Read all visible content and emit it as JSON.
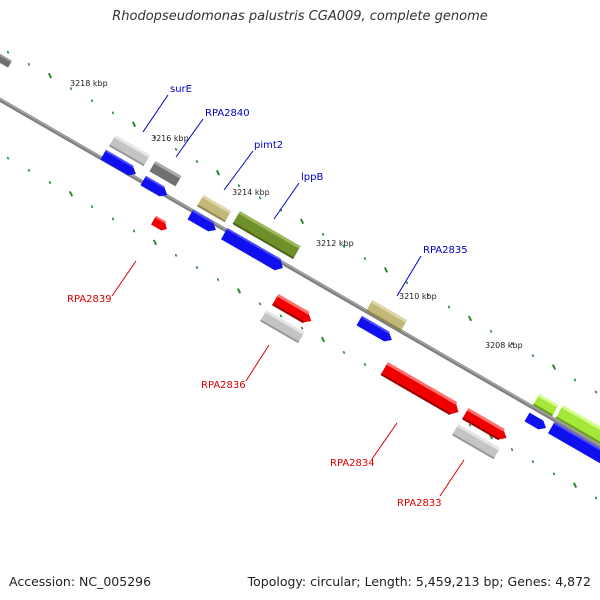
{
  "title": "Rhodopseudomonas palustris CGA009, complete genome",
  "footer": {
    "accession": "Accession: NC_005296",
    "topology": "Topology: circular; Length: 5,459,213 bp; Genes: 4,872"
  },
  "colors": {
    "backbone": "#808080",
    "tick": "#2a8a2a",
    "forward_label": "#0000cc",
    "reverse_label": "#dd0000",
    "cds": "#1010ee",
    "red_gene": "#ee0000",
    "grey_gene": "#c4c4c4",
    "dark_gene": "#707070",
    "khaki_gene": "#c2b878",
    "olive_gene": "#6f8f2a",
    "lime_gene": "#a6e83a"
  },
  "kbp_labels": [
    "3218 kbp",
    "3216 kbp",
    "3214 kbp",
    "3212 kbp",
    "3210 kbp",
    "3208 kbp"
  ],
  "forward_labels": [
    "surE",
    "RPA2840",
    "pimt2",
    "lppB",
    "RPA2835"
  ],
  "reverse_labels": [
    "RPA2839",
    "RPA2836",
    "RPA2834",
    "RPA2833"
  ]
}
